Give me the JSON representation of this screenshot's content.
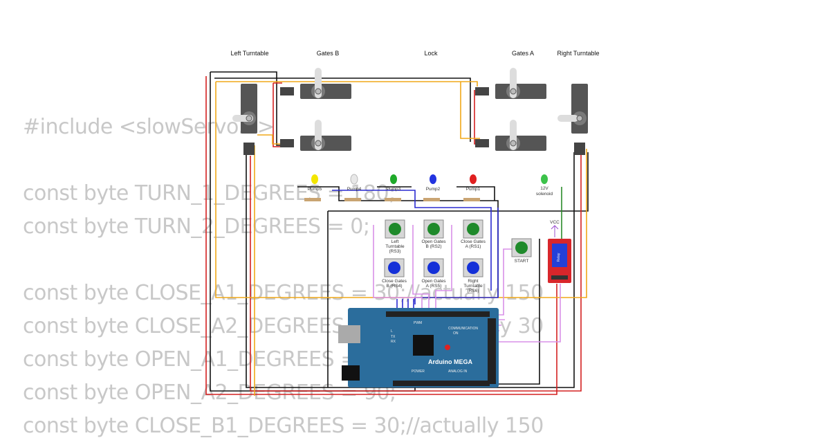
{
  "code_lines": [
    "#include <slowServo.h>",
    "",
    "const byte TURN_1_DEGREES = 180;",
    "const byte TURN_2_DEGREES = 0;",
    "",
    "const byte CLOSE_A1_DEGREES = 30;//actually 150",
    "const byte CLOSE_A2_DEGREES = 150;//actually 30",
    "const byte OPEN_A1_DEGREES = 90;",
    "const byte OPEN_A2_DEGREES = 90;",
    "const byte CLOSE_B1_DEGREES = 30;//actually 150"
  ],
  "titles": {
    "left_turntable": "Left Turntable",
    "gates_b": "Gates B",
    "lock": "Lock",
    "gates_a": "Gates A",
    "right_turntable": "Right Turntable"
  },
  "leds": [
    {
      "label": "Pump5",
      "color": "#f3e600"
    },
    {
      "label": "Pump4",
      "color": "#e8e8e8"
    },
    {
      "label": "Pump3",
      "color": "#1faa2a"
    },
    {
      "label": "Pump2",
      "color": "#2334e0"
    },
    {
      "label": "Pump1",
      "color": "#e02020"
    },
    {
      "label": "12V",
      "label2": "solenoid",
      "color": "#3cc24a"
    }
  ],
  "buttons": [
    {
      "label": [
        "Left",
        "Turntable",
        "(RS3)"
      ],
      "color": "#1f8a2b"
    },
    {
      "label": [
        "Open Gates",
        "B (RS2)"
      ],
      "color": "#1f8a2b"
    },
    {
      "label": [
        "Close Gates",
        "A (RS1)"
      ],
      "color": "#1f8a2b"
    },
    {
      "label": [
        "Close Gates",
        "B (RS4)"
      ],
      "color": "#1430d8"
    },
    {
      "label": [
        "Open Gates",
        "A (RS5)"
      ],
      "color": "#1430d8"
    },
    {
      "label": [
        "Right",
        "Turntable",
        "(RS6)"
      ],
      "color": "#1430d8"
    }
  ],
  "start_button": {
    "label": "START",
    "color": "#1f8a2b"
  },
  "relay": {
    "vcc_label": "VCC",
    "text": "Relay"
  },
  "arduino": {
    "name": "Arduino MEGA",
    "pwm": "PWM",
    "communication": "COMMUNICATION",
    "power": "POWER",
    "analog": "ANALOG IN",
    "on": "ON",
    "l": "L",
    "tx": "TX",
    "rx": "RX"
  },
  "colors": {
    "wire_black": "#111111",
    "wire_red": "#d42020",
    "wire_orange": "#f0a818",
    "wire_blue": "#2a2ad0",
    "wire_violet": "#d890e8",
    "wire_green": "#2a8a2a",
    "board": "#2b6d9c"
  }
}
